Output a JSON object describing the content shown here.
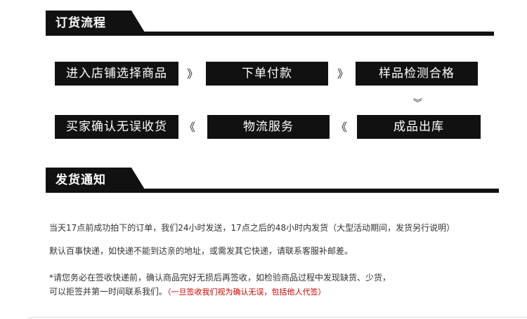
{
  "order_process": {
    "title": "订货流程",
    "steps": {
      "s1": "进入店铺选择商品",
      "s2": "下单付款",
      "s3": "样品检测合格",
      "s4": "成品出库",
      "s5": "物流服务",
      "s6": "买家确认无误收货"
    },
    "arrow_right": "》",
    "arrow_left": "《",
    "arrow_down": "》"
  },
  "shipping_notice": {
    "title": "发货通知",
    "line1": "当天17点前成功拍下的订单，我们24小时发送，17点之后的48小时内发货（大型活动期间，发货另行说明）",
    "line2": "默认百事快递，如快递不能到达亲的地址，或需发其它快递，请联系客服补邮差。",
    "line3": "*请您务必在签收快递前，确认商品完好无损后再签收，如检验商品过程中发现缺货、少货，",
    "line4": "可以拒签并第一时间联系我们。",
    "line4_note": "（一旦签收我们视为确认无误，包括他人代签）"
  }
}
